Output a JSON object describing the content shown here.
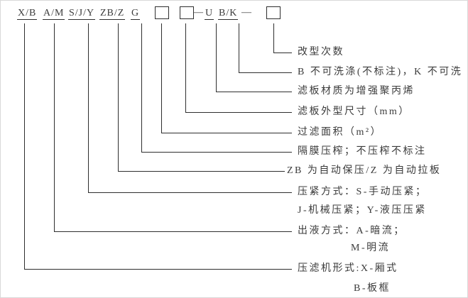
{
  "code_row": {
    "filter_press_type": "X/B",
    "discharge_mode": "A/M",
    "pressing_mode": "S/J/Y",
    "automation_mode": "ZB/Z",
    "diaphragm_press": "G",
    "separator_dash": "—",
    "plate_material": "U",
    "washability": "B/K",
    "separator_dash_2": "—"
  },
  "branches": [
    {
      "label": "改型次数"
    },
    {
      "label": "B 不可洗涤(不标注)，K 不可洗"
    },
    {
      "label": "滤板材质为增强聚丙烯"
    },
    {
      "label": "滤板外型尺寸（mm）"
    },
    {
      "label": "过滤面积（m²）"
    },
    {
      "label": "隔膜压榨；不压榨不标注"
    },
    {
      "label": "ZB 为自动保压/Z 为自动拉板"
    },
    {
      "label": "压紧方式：S-手动压紧；",
      "label_line2": "J-机械压紧；Y-液压压紧"
    },
    {
      "label": "出液方式：A-暗流；",
      "label_line2": "M-明流"
    },
    {
      "label": "压滤机形式:X-厢式",
      "label_line2": "B-板框"
    }
  ],
  "colors": {
    "line": "#2e2e2e",
    "text": "#3b3b3b",
    "background": "#ffffff"
  }
}
